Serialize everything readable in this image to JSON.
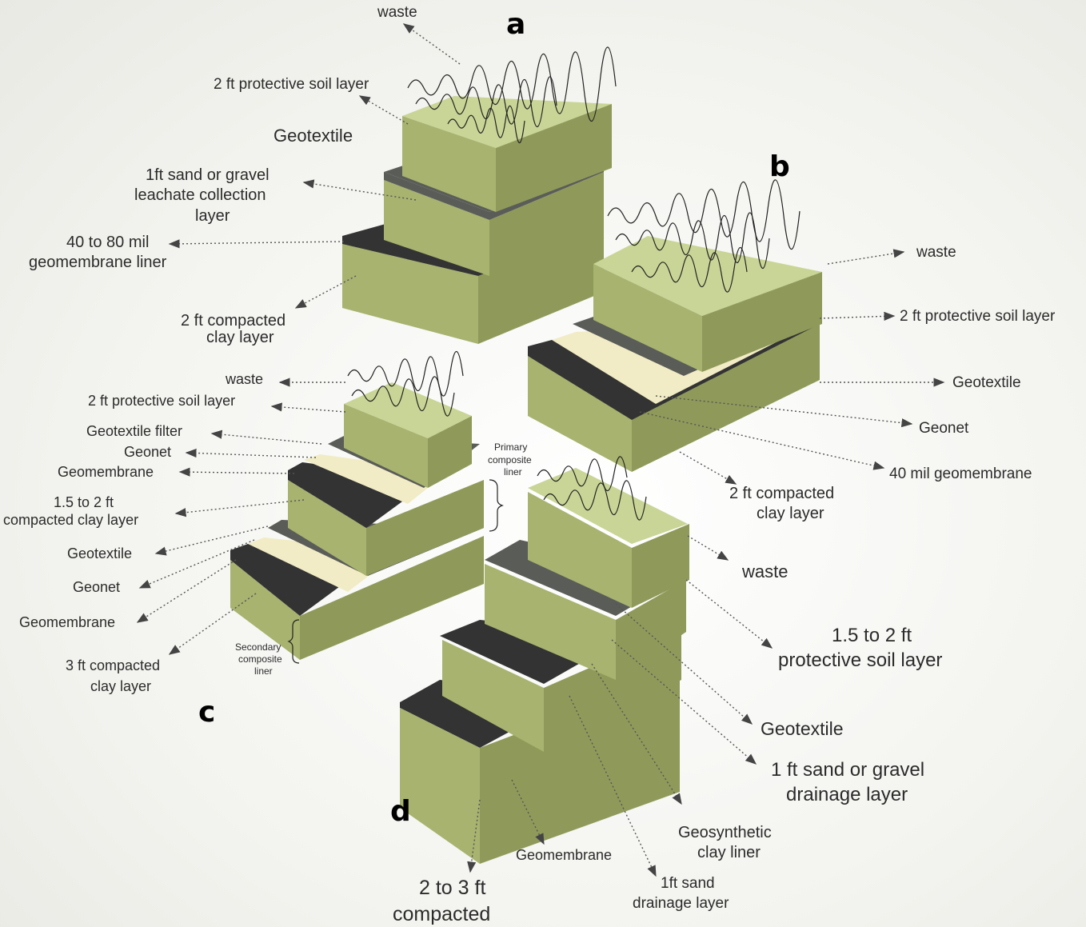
{
  "panels": {
    "a": {
      "letter": "a",
      "labels": {
        "waste": "waste",
        "soil": "2 ft protective soil layer",
        "geotextile": "Geotextile",
        "sand_1": "1ft sand or gravel",
        "sand_2": "leachate collection",
        "sand_3": "layer",
        "geomem_1": "40 to 80 mil",
        "geomem_2": "geomembrane liner",
        "clay_1": "2 ft compacted",
        "clay_2": "clay layer"
      }
    },
    "b": {
      "letter": "b",
      "labels": {
        "waste": "waste",
        "soil": "2 ft protective soil layer",
        "geotextile": "Geotextile",
        "geonet": "Geonet",
        "geomem": "40 mil geomembrane",
        "clay_1": "2 ft compacted",
        "clay_2": "clay layer"
      }
    },
    "c": {
      "letter": "c",
      "labels": {
        "waste": "waste",
        "soil": "2 ft protective soil layer",
        "geotextile_filter": "Geotextile filter",
        "geonet_1": "Geonet",
        "geomem_1": "Geomembrane",
        "clay_a1": "1.5 to 2 ft",
        "clay_a2": "compacted clay layer",
        "geotextile_2": "Geotextile",
        "geonet_2": "Geonet",
        "geomem_2": "Geomembrane",
        "clay_b1": "3 ft compacted",
        "clay_b2": "clay layer",
        "primary_1": "Primary",
        "primary_2": "composite",
        "primary_3": "liner",
        "secondary_1": "Secondary",
        "secondary_2": "composite",
        "secondary_3": "liner"
      }
    },
    "d": {
      "letter": "d",
      "labels": {
        "waste": "waste",
        "soil_1": "1.5 to 2 ft",
        "soil_2": "protective soil layer",
        "geotextile": "Geotextile",
        "drain_1": "1 ft sand or gravel",
        "drain_2": "drainage layer",
        "gcl_1": "Geosynthetic",
        "gcl_2": "clay liner",
        "sand_1": "1ft sand",
        "sand_2": "drainage layer",
        "geomem": "Geomembrane",
        "clay_1": "2 to 3 ft",
        "clay_2": "compacted"
      }
    }
  },
  "colors": {
    "soil_top": "#c9d596",
    "soil_front": "#a7b36f",
    "soil_side": "#8f9a5a",
    "geomembrane": "#333333",
    "gravel": "#5a5c58",
    "geonet": "#f1ecc5"
  }
}
